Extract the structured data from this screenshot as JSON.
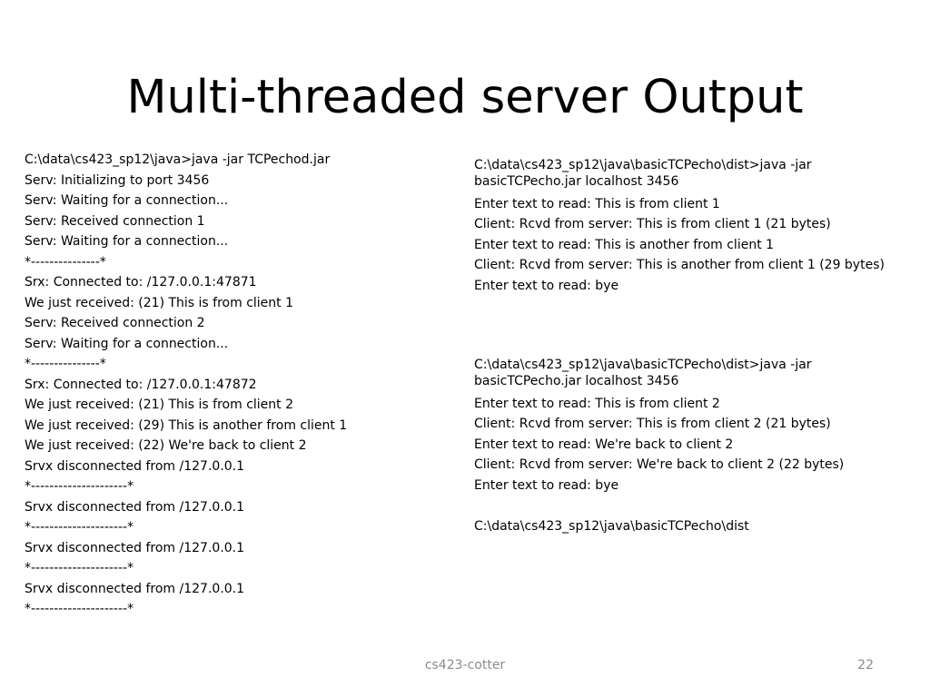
{
  "slide": {
    "title": "Multi-threaded server Output"
  },
  "server_output": {
    "lines": [
      "C:\\data\\cs423_sp12\\java>java -jar TCPechod.jar",
      "Serv: Initializing to port 3456",
      "Serv: Waiting for a connection...",
      "Serv: Received connection 1",
      "Serv: Waiting for a connection...",
      "*---------------*",
      "Srx: Connected to: /127.0.0.1:47871",
      "We just received: (21) This is from client 1",
      "Serv: Received connection 2",
      "Serv: Waiting for a connection...",
      "*---------------*",
      "Srx: Connected to: /127.0.0.1:47872",
      "We just received: (21) This is from client 2",
      "We just received: (29) This is another from client 1",
      "We just received: (22) We're back to client 2",
      "Srvx disconnected from /127.0.0.1",
      "*---------------------*",
      "Srvx disconnected from /127.0.0.1",
      "*---------------------*",
      "Srvx disconnected from /127.0.0.1",
      "*---------------------*",
      "Srvx disconnected from /127.0.0.1",
      "*---------------------*"
    ]
  },
  "client1_output": {
    "command_line_1": "C:\\data\\cs423_sp12\\java\\basicTCPecho\\dist>java -jar",
    "command_line_2": "basicTCPecho.jar localhost 3456",
    "lines": [
      "Enter text to read: This is from client 1",
      "Client: Rcvd from server: This is from client 1 (21 bytes)",
      "Enter text to read: This is another from client 1",
      "Client: Rcvd from server: This is another from client 1 (29 bytes)",
      "Enter text to read: bye"
    ]
  },
  "client2_output": {
    "command_line_1": "C:\\data\\cs423_sp12\\java\\basicTCPecho\\dist>java -jar",
    "command_line_2": "basicTCPecho.jar localhost 3456",
    "lines": [
      "Enter text to read: This is from client 2",
      "Client: Rcvd from server: This is from client 2 (21 bytes)",
      "Enter text to read: We're back to client 2",
      "Client: Rcvd from server: We're back to client 2 (22 bytes)",
      "Enter text to read: bye"
    ],
    "final_prompt": "C:\\data\\cs423_sp12\\java\\basicTCPecho\\dist"
  },
  "footer": {
    "author": "cs423-cotter",
    "page_number": "22"
  },
  "colors": {
    "text": "#000000",
    "footer_text": "#8c8c8c",
    "background": "#ffffff"
  }
}
